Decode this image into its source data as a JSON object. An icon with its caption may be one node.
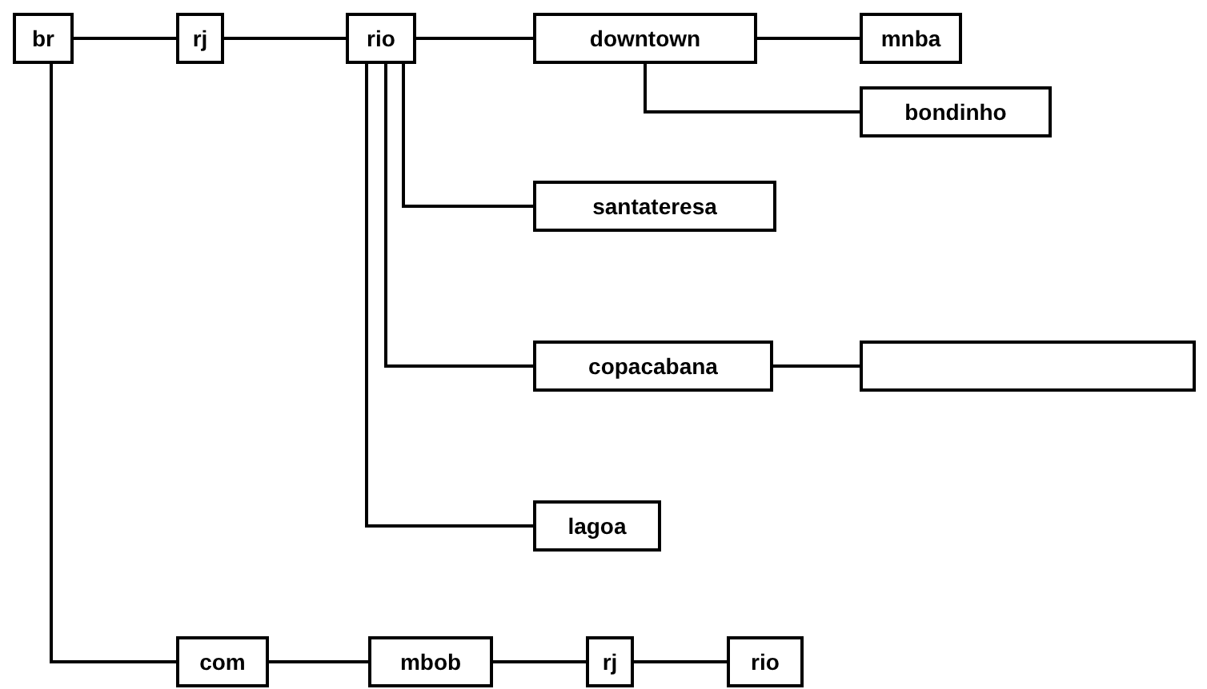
{
  "diagram": {
    "nodes": [
      {
        "text": [
          "br"
        ]
      },
      {
        "text": [
          "rj"
        ]
      },
      {
        "text": [
          "rio"
        ]
      },
      {
        "text": [
          "downtown"
        ]
      },
      {
        "text": [
          "mnba"
        ]
      },
      {
        "text": [
          "bondinho"
        ]
      },
      {
        "text": [
          "santateresa"
        ]
      },
      {
        "text": [
          "copacabana"
        ]
      },
      {
        "text": [],
        "shape": "box"
      },
      {
        "text": [
          "lagoa"
        ]
      },
      {
        "text": [
          "com"
        ]
      },
      {
        "text": [
          "mbob"
        ]
      },
      {
        "text": [
          "rj"
        ]
      },
      {
        "text": [
          "rio"
        ]
      }
    ],
    "edges": [
      {
        "from": 0,
        "to": 1,
        "arrow": "none"
      },
      {
        "from": 1,
        "to": 2,
        "arrow": "none"
      },
      {
        "from": 2,
        "to": 3,
        "arrow": "none"
      },
      {
        "from": 3,
        "to": 4,
        "arrow": "none"
      },
      {
        "from": 3,
        "to": 5,
        "arrow": "none"
      },
      {
        "from": 2,
        "to": 6,
        "arrow": "none"
      },
      {
        "from": 2,
        "to": 7,
        "arrow": "none"
      },
      {
        "from": 7,
        "to": 8,
        "arrow": "none"
      },
      {
        "from": 2,
        "to": 9,
        "arrow": "none"
      },
      {
        "from": 0,
        "to": 10,
        "arrow": "none"
      },
      {
        "from": 10,
        "to": 11,
        "arrow": "none"
      },
      {
        "from": 11,
        "to": 12,
        "arrow": "none"
      },
      {
        "from": 12,
        "to": 13,
        "arrow": "none"
      }
    ]
  }
}
